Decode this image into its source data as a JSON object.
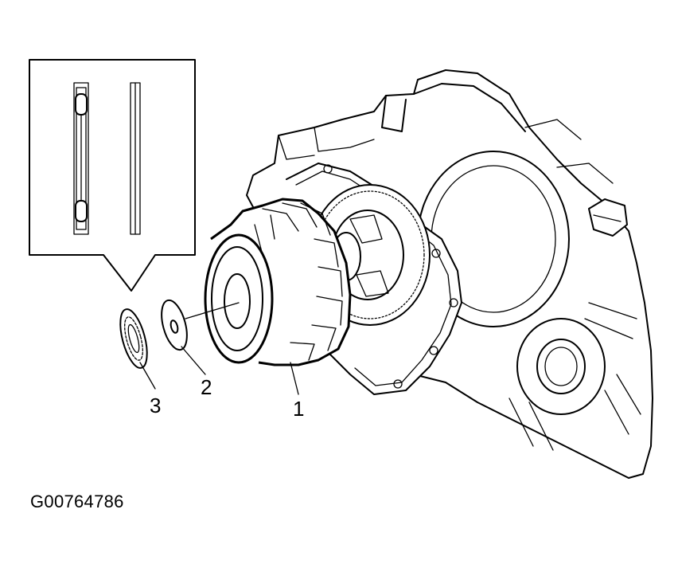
{
  "callouts": {
    "part_1": "1",
    "part_2": "2",
    "part_3": "3"
  },
  "figure_id": "G00764786"
}
